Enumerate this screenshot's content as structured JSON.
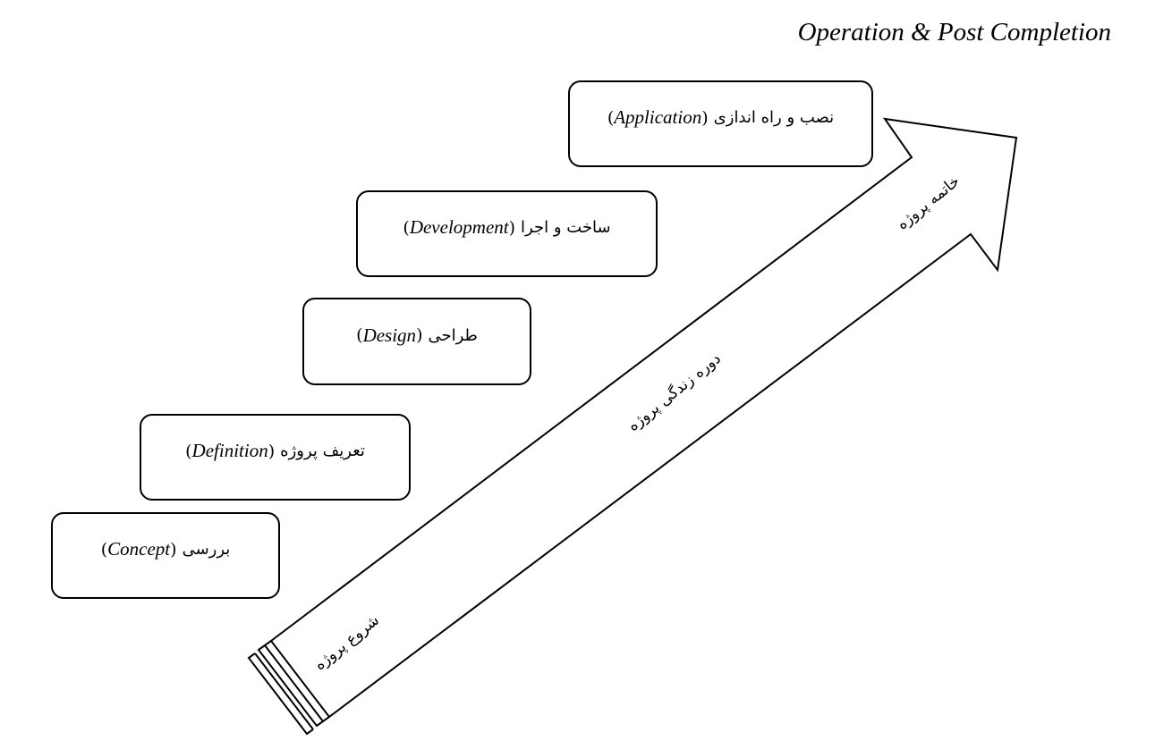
{
  "diagram": {
    "title": "Operation & Post Completion",
    "stages": [
      {
        "fa": "بررسی",
        "en": "Concept"
      },
      {
        "fa": "تعریف پروژه",
        "en": "Definition"
      },
      {
        "fa": "طراحی",
        "en": "Design"
      },
      {
        "fa": "ساخت و اجرا",
        "en": "Development"
      },
      {
        "fa": "نصب و راه اندازی",
        "en": "Application"
      }
    ],
    "arrow": {
      "start_label": "شروع پروژه",
      "middle_label": "دوره زندگی پروژه",
      "end_label": "خاتمه پروژه"
    }
  }
}
